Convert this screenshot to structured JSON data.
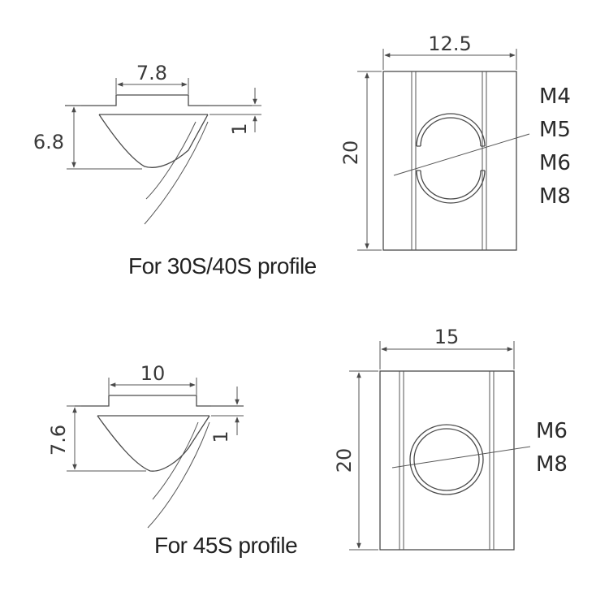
{
  "top": {
    "profile_label": "For 30S/40S profile",
    "side_view": {
      "width_dim": "7.8",
      "height_dim": "6.8",
      "lip_dim": "1"
    },
    "front_view": {
      "width_dim": "12.5",
      "length_dim": "20",
      "threads": [
        "M4",
        "M5",
        "M6",
        "M8"
      ]
    }
  },
  "bottom": {
    "profile_label": "For 45S profile",
    "side_view": {
      "width_dim": "10",
      "height_dim": "7.6",
      "lip_dim": "1"
    },
    "front_view": {
      "width_dim": "15",
      "length_dim": "20",
      "threads": [
        "M6",
        "M8"
      ]
    }
  },
  "colors": {
    "line": "#4a4a4a",
    "text": "#222222",
    "background": "#ffffff"
  }
}
